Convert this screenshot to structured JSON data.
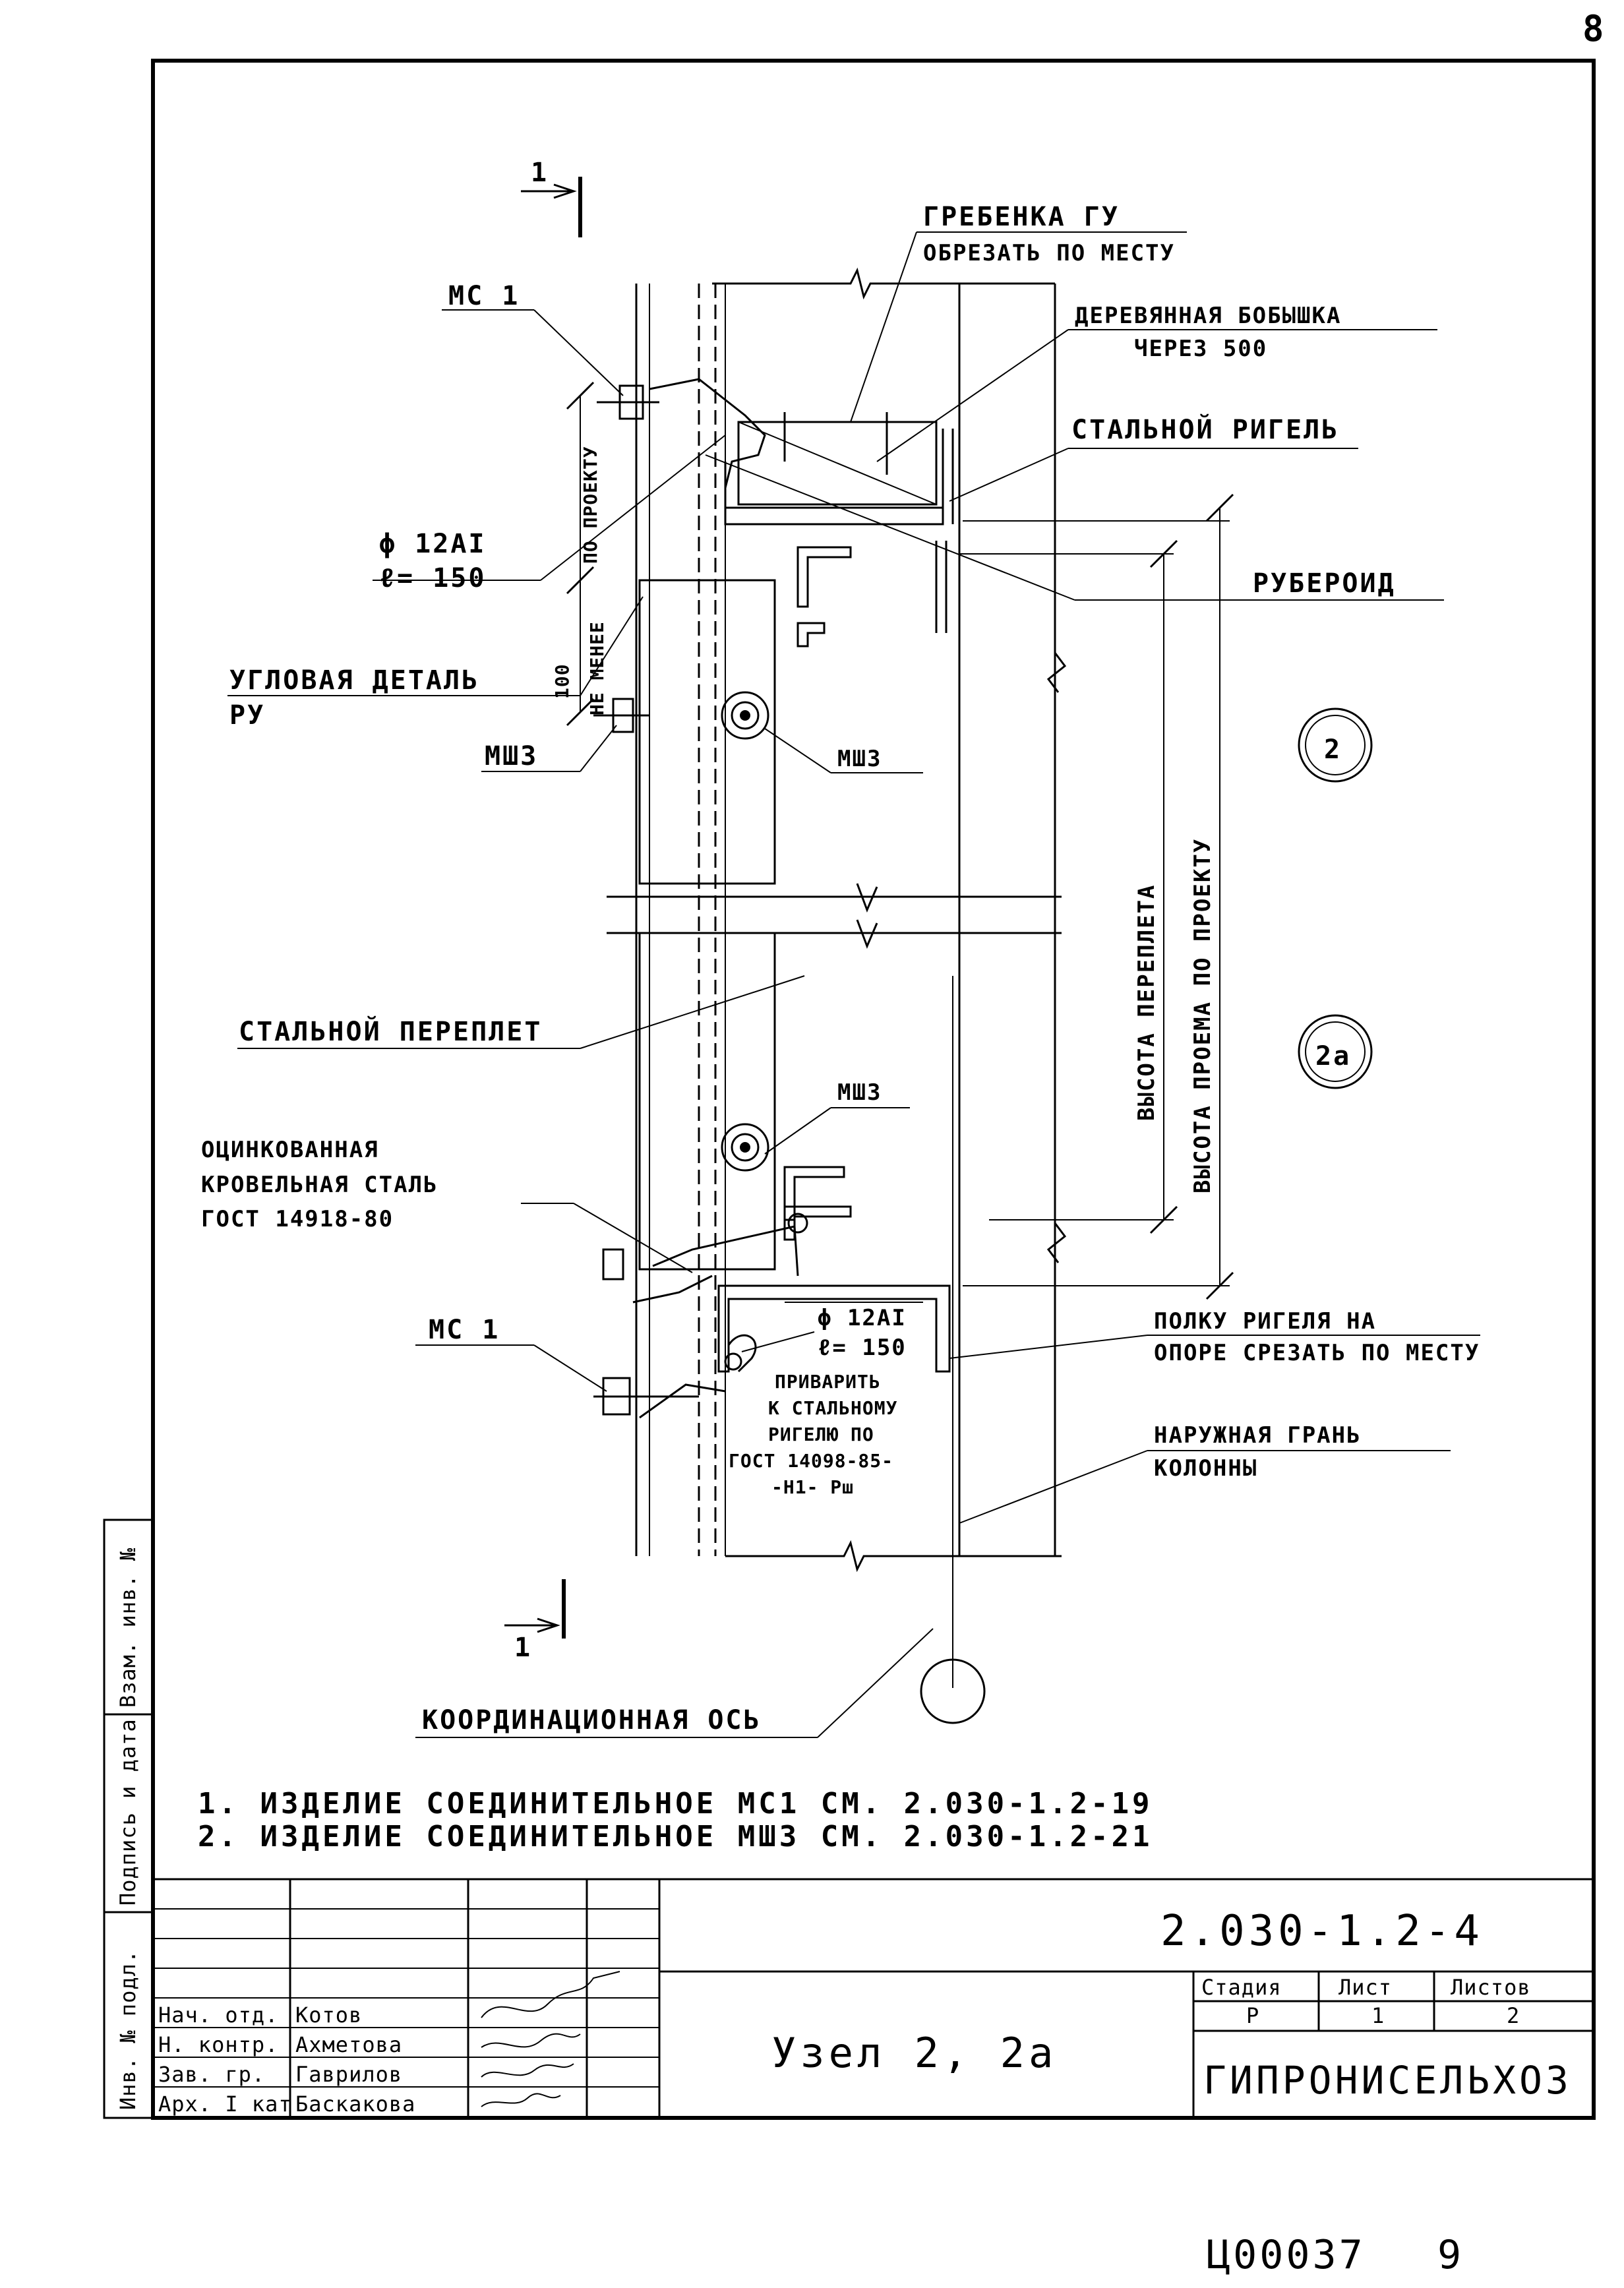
{
  "page_number": "8",
  "labels": {
    "grebenka_1": "ГРЕБЕНКА ГУ",
    "grebenka_2": "ОБРЕЗАТЬ ПО МЕСТУ",
    "bobyshka_1": "ДЕРЕВЯННАЯ БОБЫШКА",
    "bobyshka_2": "ЧЕРЕЗ 500",
    "rigel_steel": "СТАЛЬНОЙ РИГЕЛЬ",
    "ruberoid": "РУБЕРОИД",
    "mc1_top": "МС 1",
    "rebar_top_1": "ϕ 12АI",
    "rebar_top_2": "ℓ= 150",
    "corner_1": "УГЛОВАЯ ДЕТАЛЬ",
    "corner_2": "РУ",
    "msh3_left": "МШ3",
    "msh3_mid": "МШ3",
    "msh3_lower": "МШ3",
    "frame_steel": "СТАЛЬНОЙ ПЕРЕПЛЕТ",
    "galv_1": "ОЦИНКОВАННАЯ",
    "galv_2": "КРОВЕЛЬНАЯ СТАЛЬ",
    "galv_3": "ГОСТ 14918-80",
    "mc1_bottom": "МС 1",
    "rebar_bot_1": "ϕ 12АI",
    "rebar_bot_2": "ℓ= 150",
    "weld_1": "ПРИВАРИТЬ",
    "weld_2": "К СТАЛЬНОМУ",
    "weld_3": "РИГЕЛЮ ПО",
    "weld_4": "ГОСТ 14098-85-",
    "weld_5": "-Н1- Рш",
    "shelf_1": "ПОЛКУ РИГЕЛЯ НА",
    "shelf_2": "ОПОРЕ СРЕЗАТЬ ПО МЕСТУ",
    "outer_1": "НАРУЖНАЯ ГРАНЬ",
    "outer_2": "КОЛОННЫ",
    "coord_axis": "КООРДИНАЦИОННАЯ ОСЬ",
    "section_top": "1",
    "section_bottom": "1",
    "dim_project": "ПО ПРОЕКТУ",
    "dim_100": "100",
    "dim_min": "НЕ МЕНЕЕ",
    "dim_frame_height": "ВЫСОТА ПЕРЕПЛЕТА",
    "dim_opening_height": "ВЫСОТА ПРОЕМА ПО ПРОЕКТУ",
    "node_2": "2",
    "node_2a": "2а"
  },
  "notes": [
    "1. ИЗДЕЛИЕ СОЕДИНИТЕЛЬНОЕ МС1 СМ. 2.030-1.2-19",
    "2. ИЗДЕЛИЕ СОЕДИНИТЕЛЬНОЕ МШ3 СМ. 2.030-1.2-21"
  ],
  "side_stamps": {
    "ref_no": "Взам. инв. №",
    "sign_date": "Подпись и дата",
    "inv_no": "Инв. № подл."
  },
  "title_block": {
    "doc_code": "2.030-1.2-4",
    "title": "Узел 2, 2а",
    "organization": "ГИПРОНИСЕЛЬХОЗ",
    "stage_header": "Стадия",
    "sheet_header": "Лист",
    "sheets_header": "Листов",
    "stage": "Р",
    "sheet": "1",
    "sheets": "2",
    "people": [
      {
        "role": "Нач. отд.",
        "name": "Котов"
      },
      {
        "role": "Н. контр.",
        "name": "Ахметова"
      },
      {
        "role": "Зав. гр.",
        "name": "Гаврилов"
      },
      {
        "role": "Арх. I кат",
        "name": "Баскакова"
      }
    ]
  },
  "footer": {
    "code": "Ц00037",
    "number": "9"
  }
}
